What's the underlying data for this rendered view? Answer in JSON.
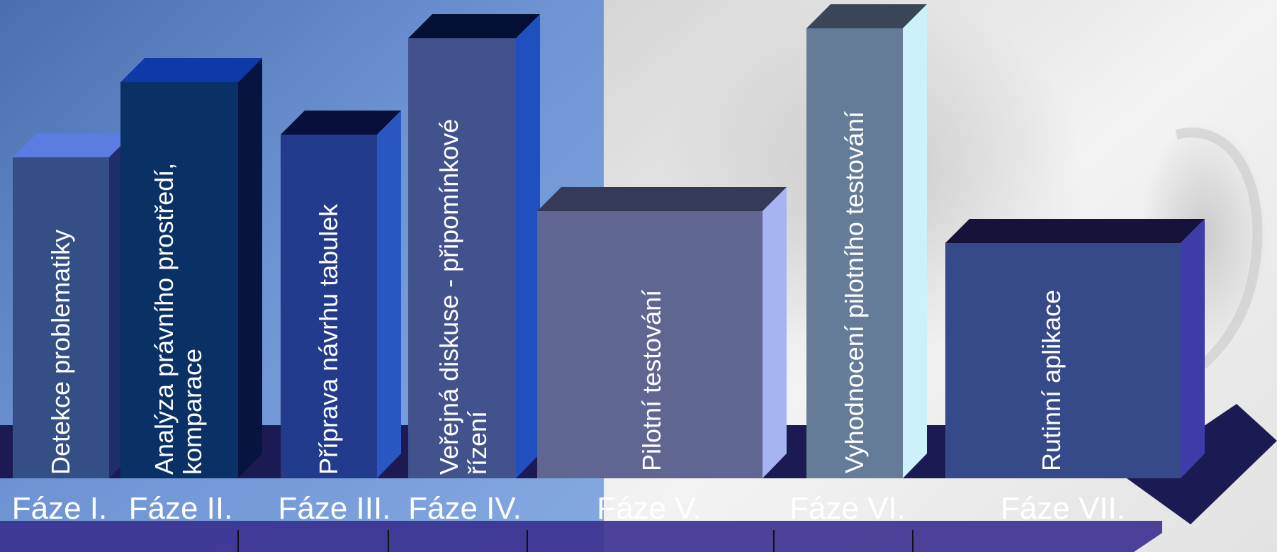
{
  "phases": [
    {
      "label": "Fáze I.",
      "bar_lines": [
        "Detekce problematiky"
      ]
    },
    {
      "label": "Fáze II.",
      "bar_lines": [
        "Analýza právního prostředí,",
        "komparace"
      ]
    },
    {
      "label": "Fáze III.",
      "bar_lines": [
        "Příprava návrhu tabulek"
      ]
    },
    {
      "label": "Fáze IV.",
      "bar_lines": [
        "Veřejná diskuse - připomínkové",
        "řízení"
      ]
    },
    {
      "label": "Fáze V.",
      "bar_lines": [
        "Pilotní testování"
      ]
    },
    {
      "label": "Fáze VI.",
      "bar_lines": [
        "Vyhodnocení pilotního testování"
      ]
    },
    {
      "label": "Fáze VII.",
      "bar_lines": [
        "Rutinní aplikace"
      ]
    }
  ],
  "colors": {
    "background_left": "#5f86c8",
    "background_right": "#ececec",
    "arrow": "#1c1a52",
    "label_text": "#ffffff"
  }
}
